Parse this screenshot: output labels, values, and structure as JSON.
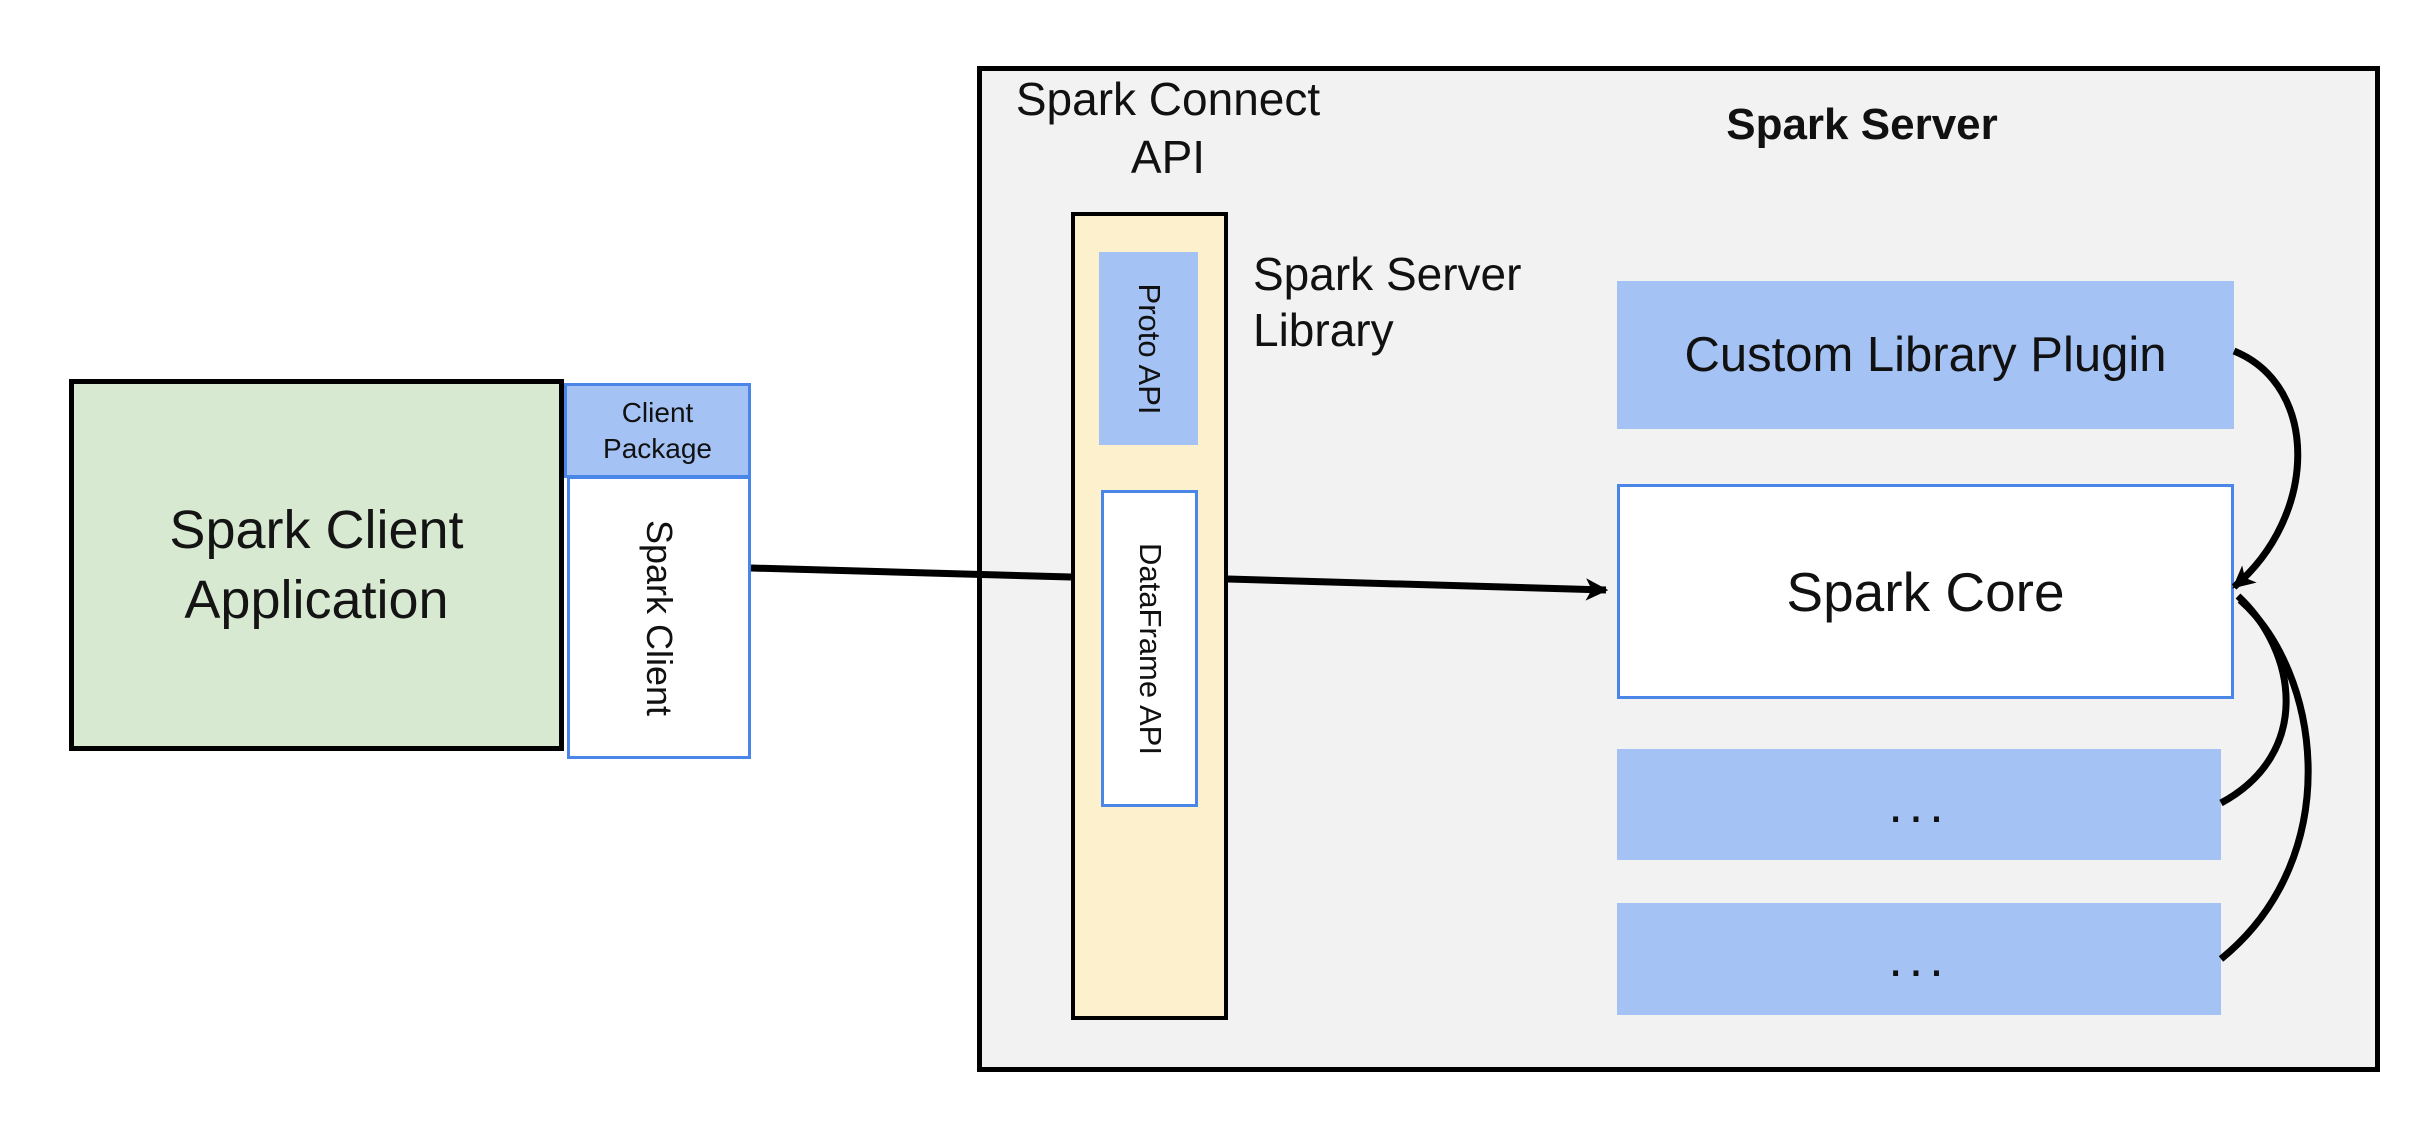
{
  "diagram": {
    "client": {
      "app_label": "Spark Client Application",
      "package_label": "Client Package",
      "client_label": "Spark Client"
    },
    "connect": {
      "api_title": "Spark Connect API",
      "proto_label": "Proto API",
      "dataframe_label": "DataFrame API",
      "library_label": "Spark Server Library"
    },
    "server": {
      "title": "Spark Server",
      "plugin_label": "Custom Library Plugin",
      "core_label": "Spark Core",
      "more1": "...",
      "more2": "..."
    },
    "edges": [
      {
        "from": "spark-client",
        "to": "spark-server-library"
      },
      {
        "from": "spark-server-library",
        "to": "spark-core",
        "arrow": true
      },
      {
        "from": "custom-library-plugin",
        "to": "spark-core",
        "arrow": true,
        "style": "curved"
      },
      {
        "from": "more-box-1",
        "to": "spark-core",
        "arrow": true,
        "style": "curved"
      },
      {
        "from": "more-box-2",
        "to": "spark-core",
        "arrow": true,
        "style": "curved"
      }
    ],
    "colors": {
      "green_fill": "#d8e9d2",
      "blue_fill": "#a4c2f4",
      "blue_border": "#4a86e8",
      "yellow_fill": "#fdf0cc",
      "gray_fill": "#f2f2f2",
      "line": "#000000"
    }
  }
}
